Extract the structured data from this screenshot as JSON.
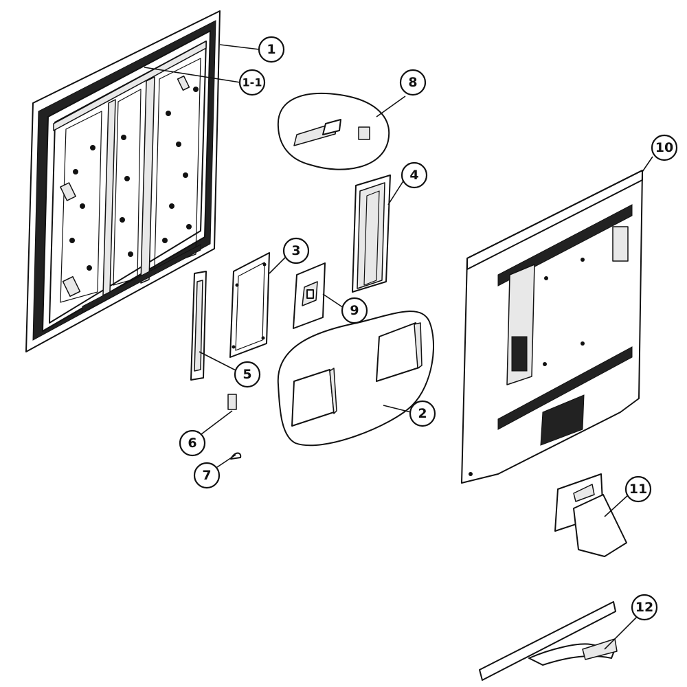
{
  "callouts": [
    {
      "id": "c1",
      "label": "1"
    },
    {
      "id": "c1-1",
      "label": "1-1"
    },
    {
      "id": "c2",
      "label": "2"
    },
    {
      "id": "c3",
      "label": "3"
    },
    {
      "id": "c4",
      "label": "4"
    },
    {
      "id": "c5",
      "label": "5"
    },
    {
      "id": "c6",
      "label": "6"
    },
    {
      "id": "c7",
      "label": "7"
    },
    {
      "id": "c8",
      "label": "8"
    },
    {
      "id": "c9",
      "label": "9"
    },
    {
      "id": "c10",
      "label": "10"
    },
    {
      "id": "c11",
      "label": "11"
    },
    {
      "id": "c12",
      "label": "12"
    }
  ]
}
